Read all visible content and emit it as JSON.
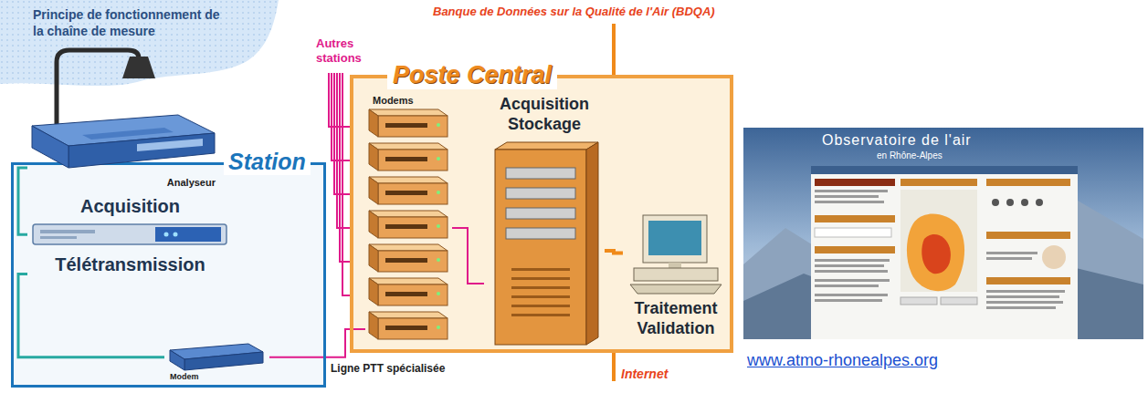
{
  "diagram": {
    "title": "Principe de fonctionnement de la chaîne de mesure",
    "nodes": [
      {
        "text": [
          "Station"
        ]
      },
      {
        "text": [
          "Analyseur"
        ],
        "in": 0
      },
      {
        "text": [
          "Acquisition",
          "Télétransmission"
        ],
        "in": 0
      },
      {
        "text": [
          "Modem"
        ],
        "in": 0
      },
      {
        "text": [
          "Poste Central"
        ]
      },
      {
        "text": [
          "Modems"
        ],
        "in": 4
      },
      {
        "text": [
          "Acquisition Stockage"
        ],
        "in": 4
      },
      {
        "text": [
          "Traitement Validation"
        ],
        "in": 4
      }
    ],
    "edges": [
      {
        "from": 1,
        "to": 2,
        "arrow": "none"
      },
      {
        "from": 2,
        "to": 3,
        "arrow": "none"
      },
      {
        "from": 3,
        "to": 5,
        "label": "Ligne PTT spécialisée",
        "arrow": "none"
      },
      {
        "from": 5,
        "to": 6,
        "arrow": "none"
      },
      {
        "from": 6,
        "to": 7,
        "arrow": "none"
      }
    ],
    "labels": [
      "Autres stations",
      "Banque de Données sur la Qualité de l'Air (BDQA)",
      "Internet",
      "Observatoire de l'air",
      "en Rhône-Alpes",
      "www.atmo-rhonealpes.org"
    ]
  }
}
